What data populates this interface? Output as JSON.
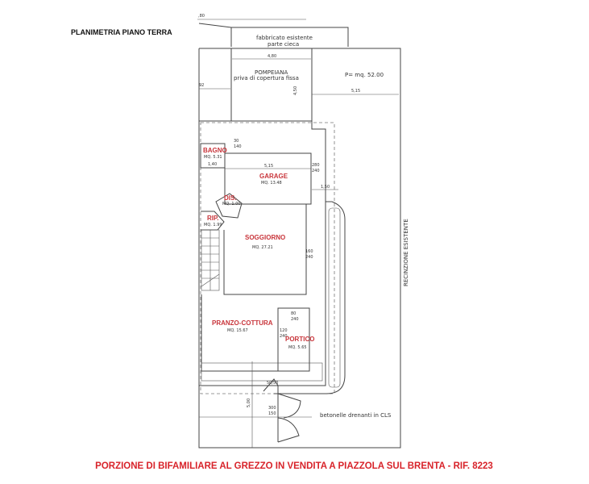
{
  "title": "PLANIMETRIA PIANO TERRA",
  "caption": "PORZIONE DI BIFAMILIARE AL GREZZO IN VENDITA A PIAZZOLA SUL BRENTA - RIF. 8223",
  "labels": {
    "existing_building": "fabbricato esistente",
    "existing_building_2": "parte cieca",
    "pompeiana": "POMPEIANA",
    "pompeiana_2": "priva di copertura fissa",
    "plot_area": "P= mq. 52.00",
    "fence": "RECINZIONE ESISTENTE",
    "paving": "betonelle drenanti in CLS"
  },
  "rooms": [
    {
      "name": "BAGNO",
      "area": "MQ. 5.31"
    },
    {
      "name": "GARAGE",
      "area": "MQ. 13.48"
    },
    {
      "name": "DIS.",
      "area": "MQ. 1.00"
    },
    {
      "name": "RIP.",
      "area": "MQ. 1.99"
    },
    {
      "name": "SOGGIORNO",
      "area": "MQ. 27.21"
    },
    {
      "name": "PRANZO-COTTURA",
      "area": "MQ. 15.67"
    },
    {
      "name": "PORTICO",
      "area": "MQ. 5.65"
    }
  ],
  "dimensions": {
    "top": ",80",
    "pompeiana_width": "4,80",
    "pompeiana_depth": "4,50",
    "left": "92",
    "plot_width": "5,15",
    "bagno_a": "30",
    "bagno_b": "140",
    "bagno_w": "1,40",
    "garage_w": "5,15",
    "garage_win_a": "280",
    "garage_win_b": "240",
    "side": "1,50",
    "sogg_win_a": "160",
    "sogg_win_b": "240",
    "port_a": "80",
    "port_b": "240",
    "pranzo_a": "120",
    "pranzo_b": "240",
    "gate_a": "50/50",
    "gate_b": "300",
    "gate_c": "150",
    "front": "5,00"
  }
}
